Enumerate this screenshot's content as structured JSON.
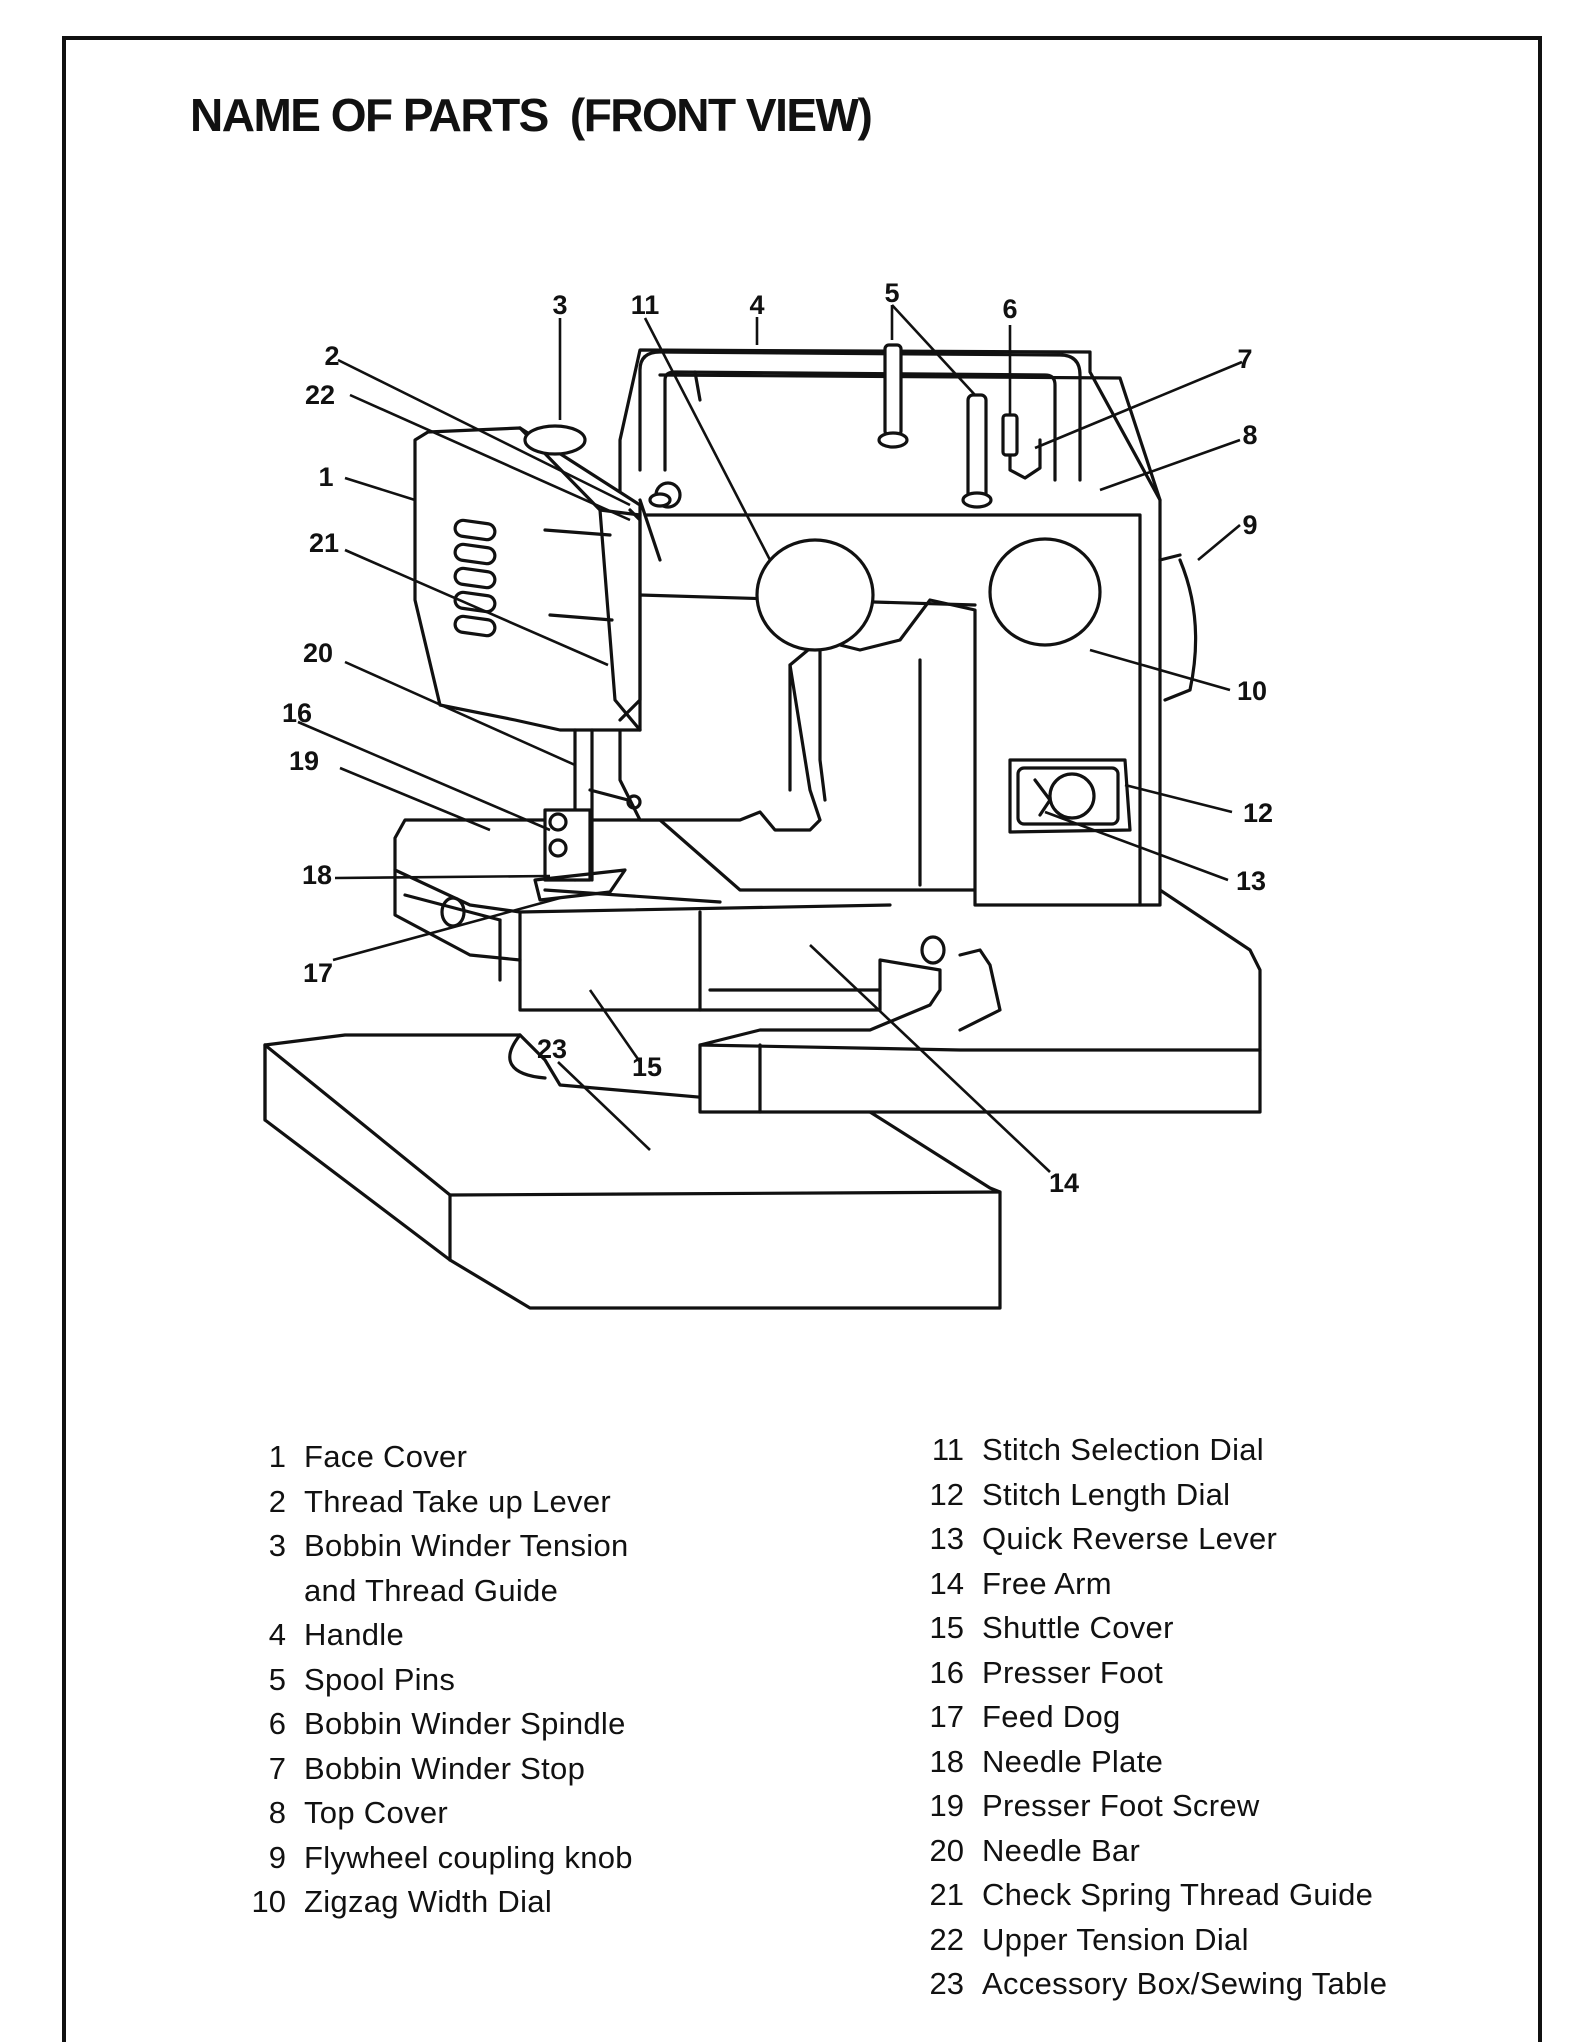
{
  "title": {
    "main": "NAME OF PARTS",
    "sub": "(FRONT VIEW)"
  },
  "callouts": [
    "1",
    "2",
    "3",
    "4",
    "5",
    "6",
    "7",
    "8",
    "9",
    "10",
    "11",
    "12",
    "13",
    "14",
    "15",
    "16",
    "17",
    "18",
    "19",
    "20",
    "21",
    "22",
    "23"
  ],
  "legend_left": [
    {
      "num": "1",
      "label": "Face  Cover"
    },
    {
      "num": "2",
      "label": "Thread Take up  Lever"
    },
    {
      "num": "3",
      "label": "Bobbin Winder Tension\nand Thread Guide"
    },
    {
      "num": "4",
      "label": "Handle"
    },
    {
      "num": "5",
      "label": "Spool Pins"
    },
    {
      "num": "6",
      "label": "Bobbin Winder Spindle"
    },
    {
      "num": "7",
      "label": "Bobbin Winder Stop"
    },
    {
      "num": "8",
      "label": "Top Cover"
    },
    {
      "num": "9",
      "label": "Flywheel  coupling  knob"
    },
    {
      "num": "10",
      "label": "Zigzag Width Dial"
    }
  ],
  "legend_right": [
    {
      "num": "11",
      "label": "Stitch  Selection  Dial"
    },
    {
      "num": "12",
      "label": "Stitch Length Dial"
    },
    {
      "num": "13",
      "label": "Quick Reverse Lever"
    },
    {
      "num": "14",
      "label": "Free Arm"
    },
    {
      "num": "15",
      "label": "Shuttle Cover"
    },
    {
      "num": "16",
      "label": "Presser Foot"
    },
    {
      "num": "17",
      "label": "Feed Dog"
    },
    {
      "num": "18",
      "label": "Needle Plate"
    },
    {
      "num": "19",
      "label": "Presser Foot Screw"
    },
    {
      "num": "20",
      "label": "Needle Bar"
    },
    {
      "num": "21",
      "label": "Check Spring Thread Guide"
    },
    {
      "num": "22",
      "label": "Upper Tension Dial"
    },
    {
      "num": "23",
      "label": "Accessory Box/Sewing Table"
    }
  ]
}
